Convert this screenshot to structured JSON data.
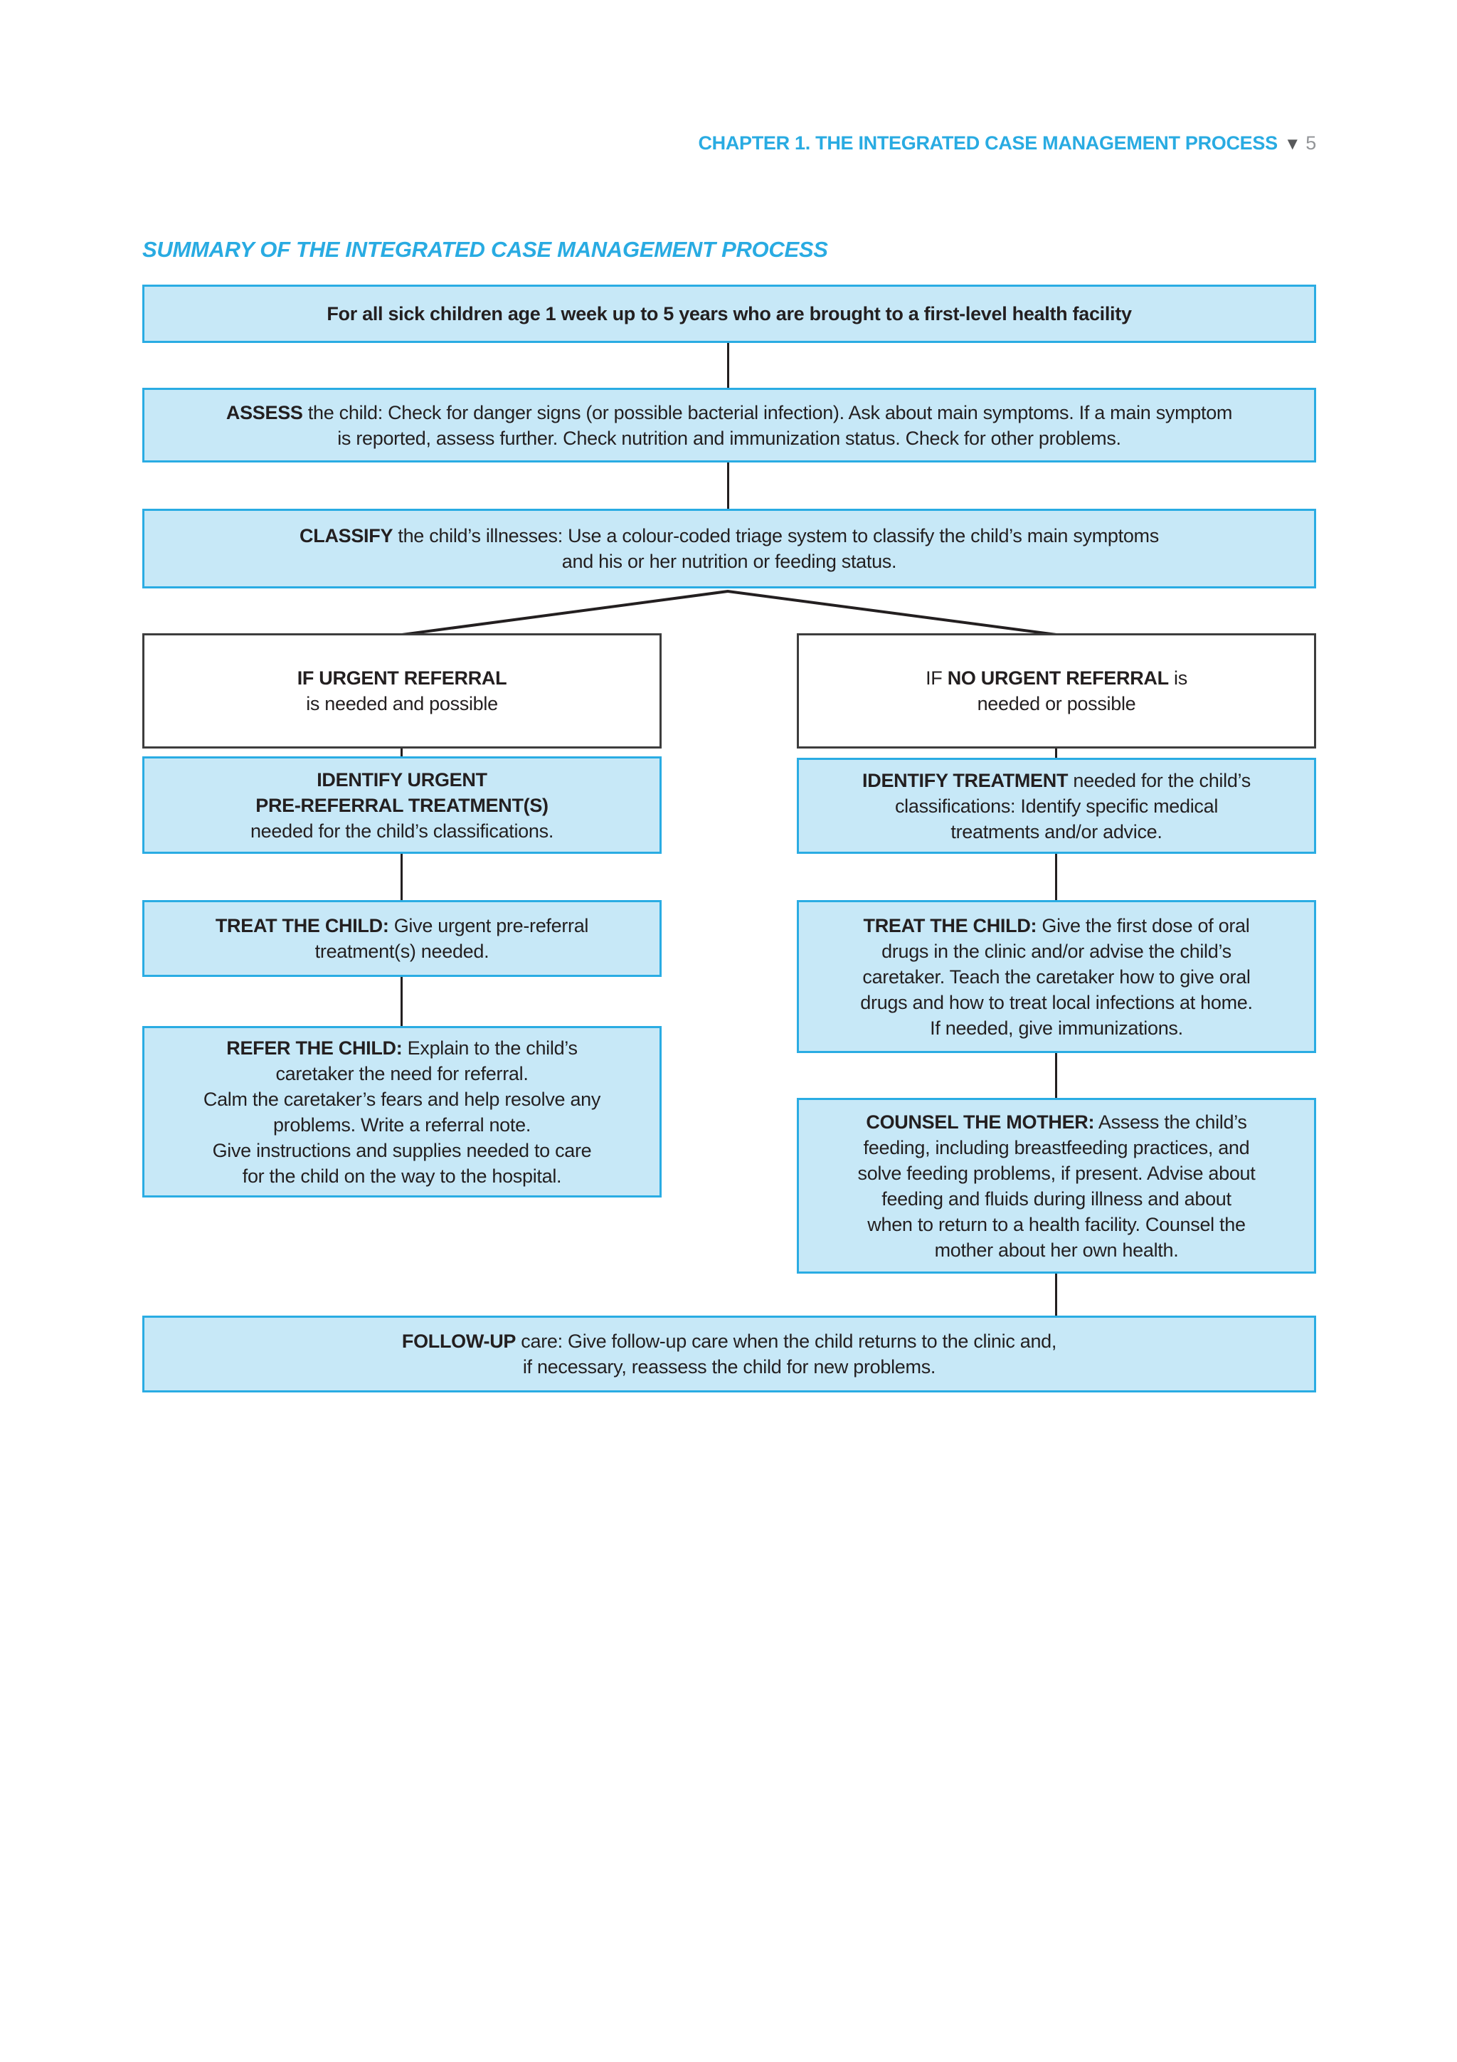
{
  "header": {
    "chapter": "CHAPTER 1. THE INTEGRATED CASE MANAGEMENT PROCESS",
    "marker": "▼",
    "page_number": "5"
  },
  "title": "SUMMARY OF THE INTEGRATED CASE MANAGEMENT PROCESS",
  "colors": {
    "accent_cyan": "#29ABE2",
    "box_fill": "#C7E8F7",
    "box_border": "#2AACE3",
    "white_box_border": "#3D3D3D",
    "connector": "#231F20",
    "text": "#231F20",
    "marker_gray": "#58595B",
    "page_number_gray": "#939598"
  },
  "flow": {
    "intro": {
      "strong": "For all sick children age 1 week up to 5 years who are brought to a first-level health facility",
      "rest": ""
    },
    "assess": {
      "strong": "ASSESS",
      "rest": " the child: Check for danger signs (or possible bacterial infection). Ask about main symptoms. If a main symptom\nis reported, assess further. Check nutrition and immunization status. Check for other problems."
    },
    "classify": {
      "strong": "CLASSIFY",
      "rest": " the child’s illnesses: Use a colour-coded triage system to classify the child’s main symptoms\nand his or her nutrition or feeding status."
    },
    "if_left": {
      "strong": "IF URGENT REFERRAL",
      "rest": "\nis needed and possible"
    },
    "if_right": {
      "lead": "IF ",
      "strong": "NO URGENT REFERRAL",
      "rest": " is\nneeded or possible"
    },
    "identify_left": {
      "strong": "IDENTIFY URGENT\nPRE-REFERRAL TREATMENT(S)",
      "rest": "\nneeded for the child’s classifications."
    },
    "identify_right": {
      "strong": "IDENTIFY TREATMENT",
      "rest": " needed for the child’s\nclassifications: Identify specific medical\ntreatments and/or advice."
    },
    "treat_left": {
      "strong": "TREAT THE CHILD:",
      "rest": " Give urgent pre-referral\ntreatment(s) needed."
    },
    "treat_right": {
      "strong": "TREAT THE CHILD:",
      "rest": " Give the first dose of oral\ndrugs in the clinic and/or advise the child’s\ncaretaker. Teach the caretaker how to give oral\ndrugs and how to treat local infections at home.\nIf needed, give immunizations."
    },
    "refer": {
      "strong": "REFER THE CHILD:",
      "rest": " Explain to the child’s\ncaretaker the need for referral.\nCalm the caretaker’s fears and help resolve any\nproblems. Write a referral note.\nGive instructions and supplies needed to care\nfor the child on the way to the hospital."
    },
    "counsel": {
      "strong": "COUNSEL THE MOTHER:",
      "rest": " Assess the child’s\nfeeding, including breastfeeding practices, and\nsolve feeding problems, if present. Advise about\nfeeding and fluids during illness and about\nwhen to return to a health facility. Counsel the\nmother about her own health."
    },
    "followup": {
      "strong": "FOLLOW-UP",
      "rest": " care: Give follow-up care when the child returns to the clinic and,\nif necessary, reassess the child for new problems."
    }
  }
}
